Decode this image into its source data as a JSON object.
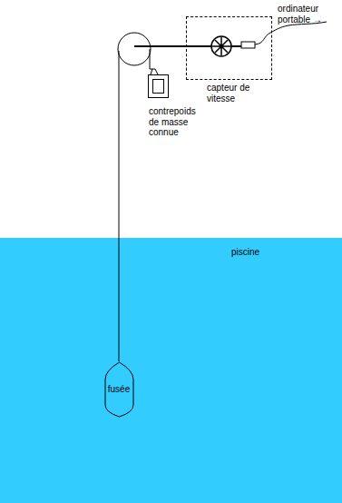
{
  "diagram": {
    "nodes": [
      {
        "text": [
          "capteur de vitesse"
        ]
      },
      {
        "text": [
          "contrepoids de masse connue"
        ]
      },
      {
        "text": [
          "piscine"
        ]
      },
      {
        "text": [
          "fusée"
        ],
        "in": 2
      }
    ],
    "labels": [
      "ordinateur portable →"
    ]
  }
}
